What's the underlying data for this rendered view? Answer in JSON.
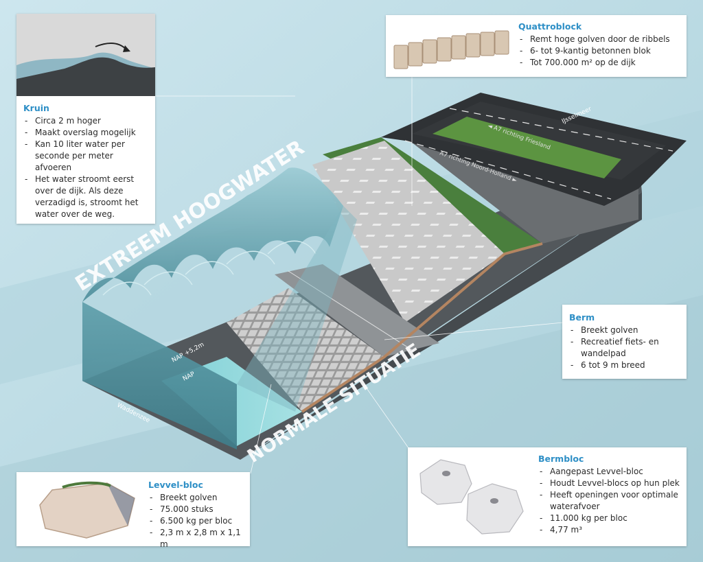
{
  "labels": {
    "extreem": "EXTREEM HOOGWATER",
    "normale": "NORMALE SITUATIE",
    "waddenzee": "Waddenzee",
    "ijsselmeer": "IJsselmeer",
    "road_top": "◄ A7 richting Friesland",
    "road_bottom": "A7 richting Noord-Holland ►",
    "nap_high": "NAP +5,2m",
    "nap": "NAP"
  },
  "cards": {
    "kruin": {
      "title": "Kruin",
      "items": [
        "Circa 2 m hoger",
        "Maakt overslag mogelijk",
        "Kan 10 liter water per seconde per meter afvoeren",
        "Het water stroomt eerst over de dijk. Als deze verzadigd is, stroomt het water over de weg."
      ]
    },
    "quattroblock": {
      "title": "Quattroblock",
      "items": [
        "Remt hoge golven door de ribbels",
        "6- tot 9-kantig betonnen blok",
        "Tot 700.000 m² op de dijk"
      ]
    },
    "berm": {
      "title": "Berm",
      "items": [
        "Breekt golven",
        "Recreatief fiets- en wandelpad",
        "6 tot 9 m breed"
      ]
    },
    "levvel": {
      "title": "Levvel-bloc",
      "items": [
        "Breekt golven",
        "75.000 stuks",
        "6.500 kg per bloc",
        "2,3 m x 2,8 m x 1,1 m"
      ]
    },
    "bermbloc": {
      "title": "Bermbloc",
      "items": [
        "Aangepast Levvel-bloc",
        "Houdt Levvel-blocs op hun plek",
        "Heeft openingen voor optimale waterafvoer",
        "11.000 kg per bloc",
        "4,77 m³"
      ]
    }
  },
  "colors": {
    "title_blue": "#2e8fc6",
    "grass": "#4a7f3d",
    "asphalt": "#3a3d40",
    "water": "#6fb6c4"
  }
}
